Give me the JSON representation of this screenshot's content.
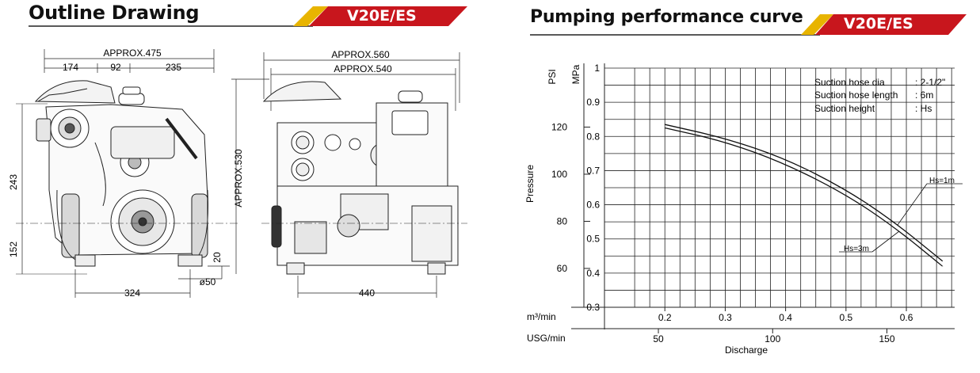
{
  "outline": {
    "title": "Outline Drawing",
    "model": "V20E/ES",
    "dims": {
      "approx_475": "APPROX.475",
      "d174": "174",
      "d92": "92",
      "d235": "235",
      "d243": "243",
      "d152": "152",
      "d20": "20",
      "d50": "ø50",
      "d324": "324",
      "approx_560": "APPROX.560",
      "approx_540": "APPROX.540",
      "approx_530": "APPROX.530",
      "d440": "440"
    }
  },
  "curve": {
    "title": "Pumping performance curve",
    "model": "V20E/ES",
    "colors": {
      "accent_red": "#c8161d",
      "accent_gold": "#e8b400"
    }
  },
  "chart_data": {
    "type": "line",
    "title": "Pumping performance curve",
    "xlabel": "Discharge",
    "ylabel": "Pressure",
    "x_unit_primary": "m³/min",
    "x_unit_secondary": "USG/min",
    "y_unit_primary": "MPa",
    "y_unit_secondary": "PSI",
    "xlim": [
      0.1,
      0.68
    ],
    "ylim": [
      0.3,
      1.0
    ],
    "x_ticks": [
      "0.2",
      "0.3",
      "0.4",
      "0.5",
      "0.6"
    ],
    "x_ticks_usg": [
      "50",
      "100",
      "150"
    ],
    "y_ticks": [
      "0.3",
      "0.4",
      "0.5",
      "0.6",
      "0.7",
      "0.8",
      "0.9",
      "1"
    ],
    "y_ticks_psi": [
      "60",
      "80",
      "100",
      "120"
    ],
    "grid": true,
    "info": [
      {
        "label": "Suction hose dia",
        "value": ": 2-1/2\""
      },
      {
        "label": "Suction hose length",
        "value": ": 6m"
      },
      {
        "label": "Suction height",
        "value": ": Hs"
      }
    ],
    "series": [
      {
        "name": "Hs=1m",
        "points": [
          [
            0.2,
            0.835
          ],
          [
            0.3,
            0.795
          ],
          [
            0.4,
            0.735
          ],
          [
            0.5,
            0.645
          ],
          [
            0.58,
            0.55
          ],
          [
            0.66,
            0.435
          ]
        ]
      },
      {
        "name": "Hs=3m",
        "points": [
          [
            0.2,
            0.825
          ],
          [
            0.3,
            0.785
          ],
          [
            0.4,
            0.72
          ],
          [
            0.5,
            0.63
          ],
          [
            0.58,
            0.535
          ],
          [
            0.66,
            0.42
          ]
        ]
      }
    ]
  }
}
